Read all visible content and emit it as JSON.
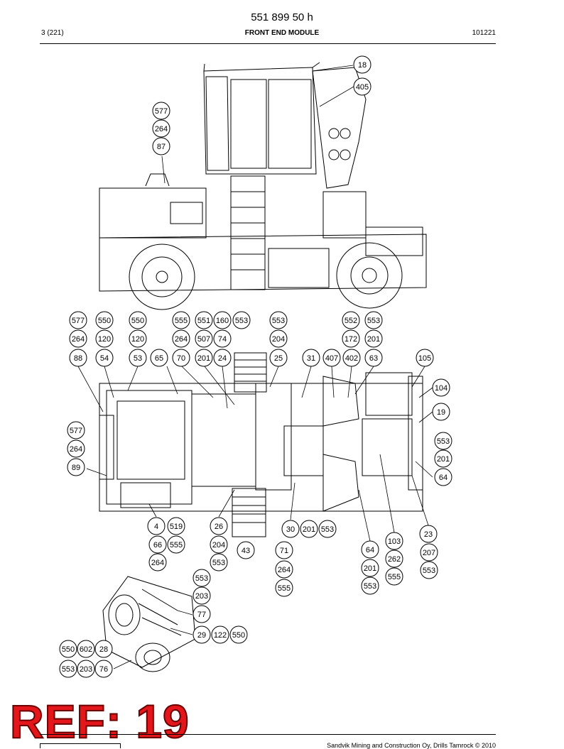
{
  "document": {
    "code": "551 899 50 h",
    "page": "3 (221)",
    "section": "FRONT END MODULE",
    "date_code": "101221",
    "ref_stamp": "REF: 19",
    "footer_text": "Sandvik Mining and Construction Oy, Drills Tamrock © 2010"
  },
  "callouts": [
    "18",
    "405",
    "577",
    "264",
    "87",
    "577",
    "550",
    "550",
    "555",
    "551",
    "160",
    "553",
    "553",
    "552",
    "553",
    "264",
    "120",
    "120",
    "264",
    "507",
    "74",
    "204",
    "172",
    "201",
    "88",
    "54",
    "53",
    "65",
    "70",
    "201",
    "24",
    "25",
    "31",
    "407",
    "402",
    "63",
    "105",
    "104",
    "19",
    "577",
    "553",
    "264",
    "201",
    "89",
    "64",
    "4",
    "519",
    "26",
    "30",
    "201",
    "553",
    "23",
    "66",
    "555",
    "204",
    "43",
    "71",
    "64",
    "103",
    "207",
    "264",
    "553",
    "264",
    "201",
    "262",
    "553",
    "553",
    "555",
    "553",
    "555",
    "203",
    "77",
    "29",
    "122",
    "550",
    "550",
    "602",
    "28",
    "553",
    "203",
    "76"
  ],
  "colors": {
    "ink": "#000000",
    "stamp": "#e3161c"
  }
}
